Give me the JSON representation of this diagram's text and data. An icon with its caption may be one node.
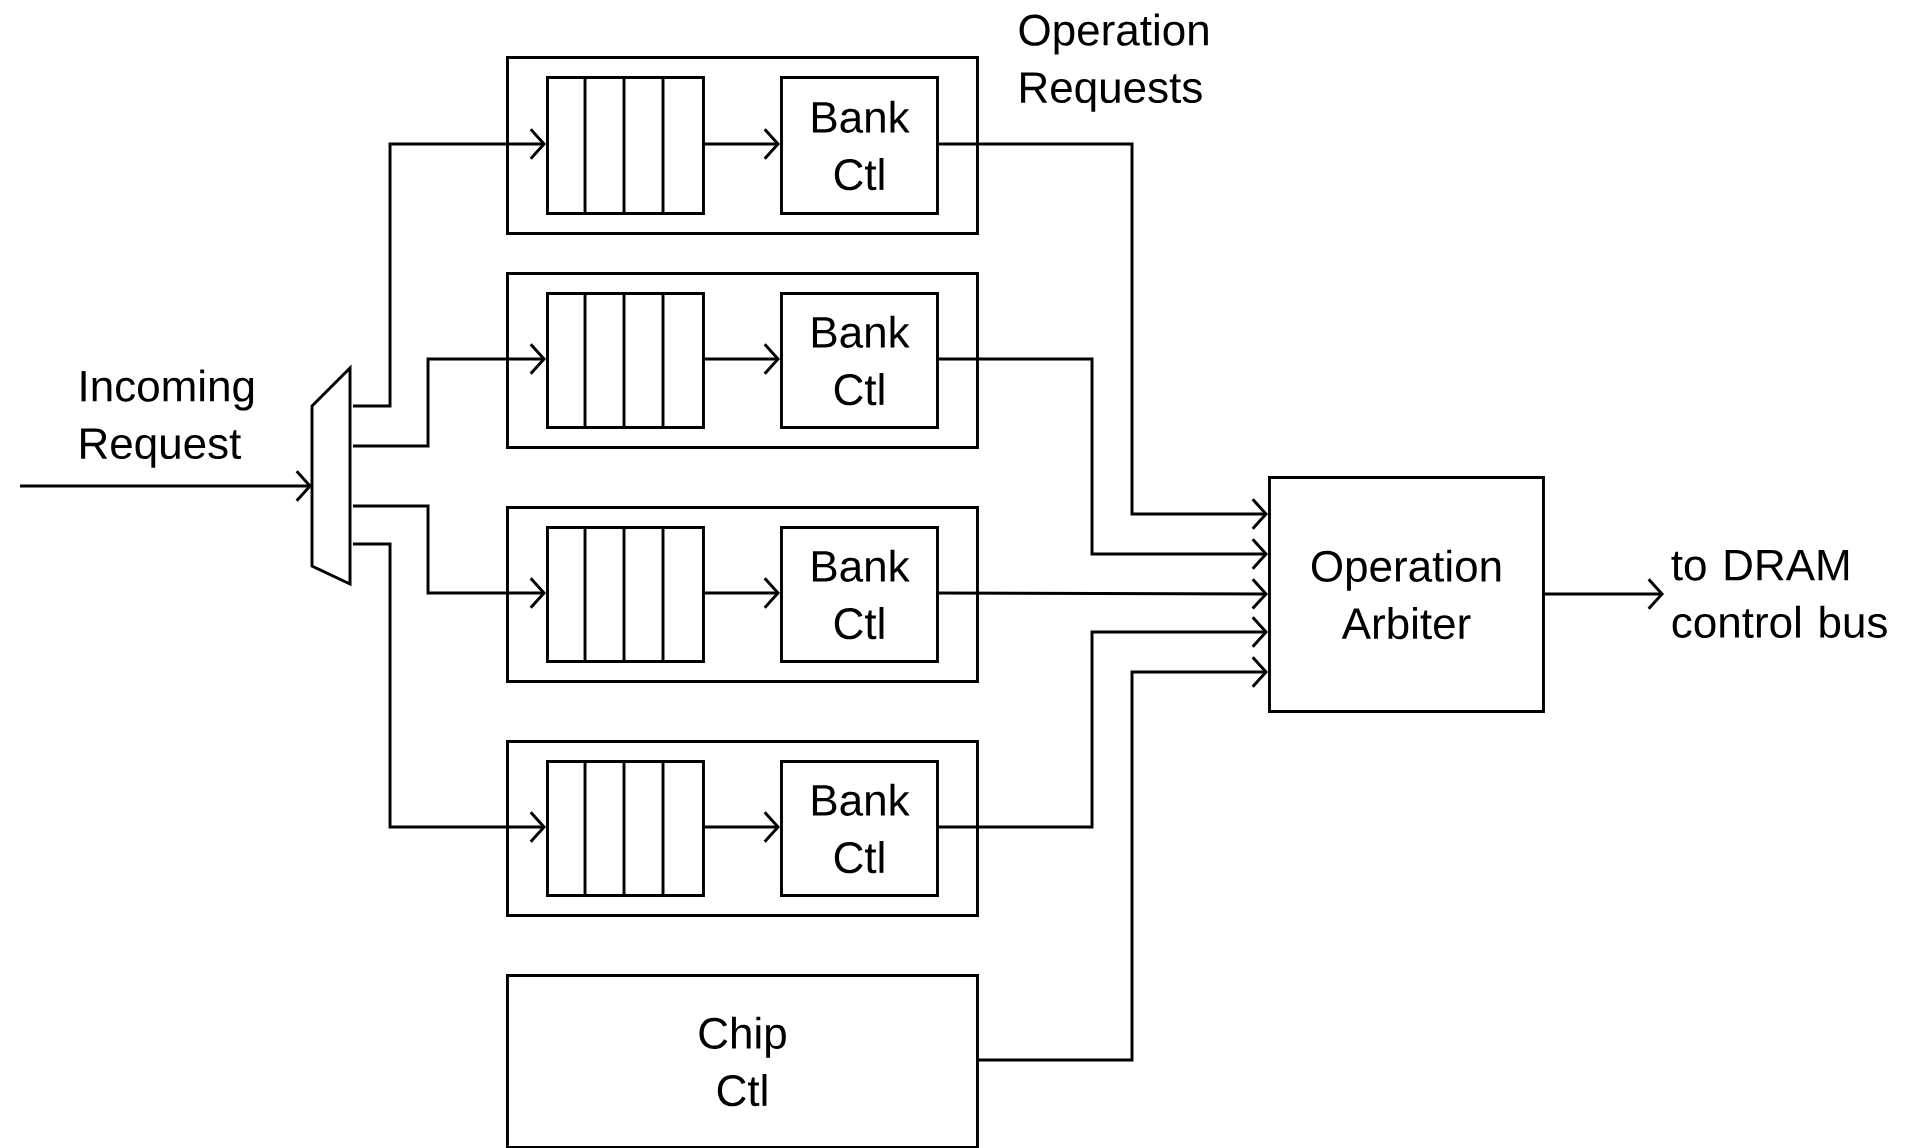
{
  "diagram": {
    "nodes": [
      {
        "text": [],
        "shape": "trapezoid"
      },
      {
        "text": [],
        "shape": "box"
      },
      {
        "text": [],
        "shape": "box",
        "in": 1
      },
      {
        "text": [
          "Bank Ctl"
        ],
        "in": 1
      },
      {
        "text": [],
        "shape": "box"
      },
      {
        "text": [],
        "shape": "box",
        "in": 4
      },
      {
        "text": [
          "Bank Ctl"
        ],
        "in": 4
      },
      {
        "text": [],
        "shape": "box"
      },
      {
        "text": [],
        "shape": "box",
        "in": 7
      },
      {
        "text": [
          "Bank Ctl"
        ],
        "in": 7
      },
      {
        "text": [],
        "shape": "box"
      },
      {
        "text": [],
        "shape": "box",
        "in": 10
      },
      {
        "text": [
          "Bank Ctl"
        ],
        "in": 10
      },
      {
        "text": [
          "Chip Ctl"
        ]
      },
      {
        "text": [
          "Operation Arbiter"
        ]
      },
      {
        "text": [
          "to DRAM control bus"
        ]
      }
    ],
    "edges": [
      {
        "from": null,
        "to": 0,
        "arrow": "to"
      },
      {
        "from": 0,
        "to": 2,
        "arrow": "to"
      },
      {
        "from": 0,
        "to": 5,
        "arrow": "to"
      },
      {
        "from": 0,
        "to": 8,
        "arrow": "to"
      },
      {
        "from": 0,
        "to": 11,
        "arrow": "to"
      },
      {
        "from": 2,
        "to": 3,
        "arrow": "to"
      },
      {
        "from": 5,
        "to": 6,
        "arrow": "to"
      },
      {
        "from": 8,
        "to": 9,
        "arrow": "to"
      },
      {
        "from": 11,
        "to": 12,
        "arrow": "to"
      },
      {
        "from": 3,
        "to": 14,
        "arrow": "to"
      },
      {
        "from": 6,
        "to": 14,
        "arrow": "to"
      },
      {
        "from": 9,
        "to": 14,
        "arrow": "to"
      },
      {
        "from": 12,
        "to": 14,
        "arrow": "to"
      },
      {
        "from": 13,
        "to": 14,
        "arrow": "to"
      },
      {
        "from": 14,
        "to": 15,
        "arrow": "to"
      }
    ],
    "labels": [
      "Operation Requests",
      "Incoming Request"
    ]
  }
}
